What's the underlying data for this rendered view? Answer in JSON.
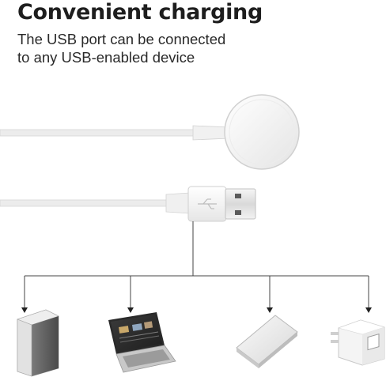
{
  "heading": {
    "title": "Convenient charging",
    "subtitle_lines": [
      "The USB port can be connected",
      "to any USB-enabled device"
    ]
  },
  "colors": {
    "cable": "#ececec",
    "cable_edge": "#d6d6d6",
    "connector_line": "#444444",
    "arrow": "#222222"
  },
  "devices": [
    {
      "icon": "desktop-tower-icon"
    },
    {
      "icon": "laptop-icon"
    },
    {
      "icon": "power-bank-icon"
    },
    {
      "icon": "usb-wall-adapter-icon"
    }
  ]
}
